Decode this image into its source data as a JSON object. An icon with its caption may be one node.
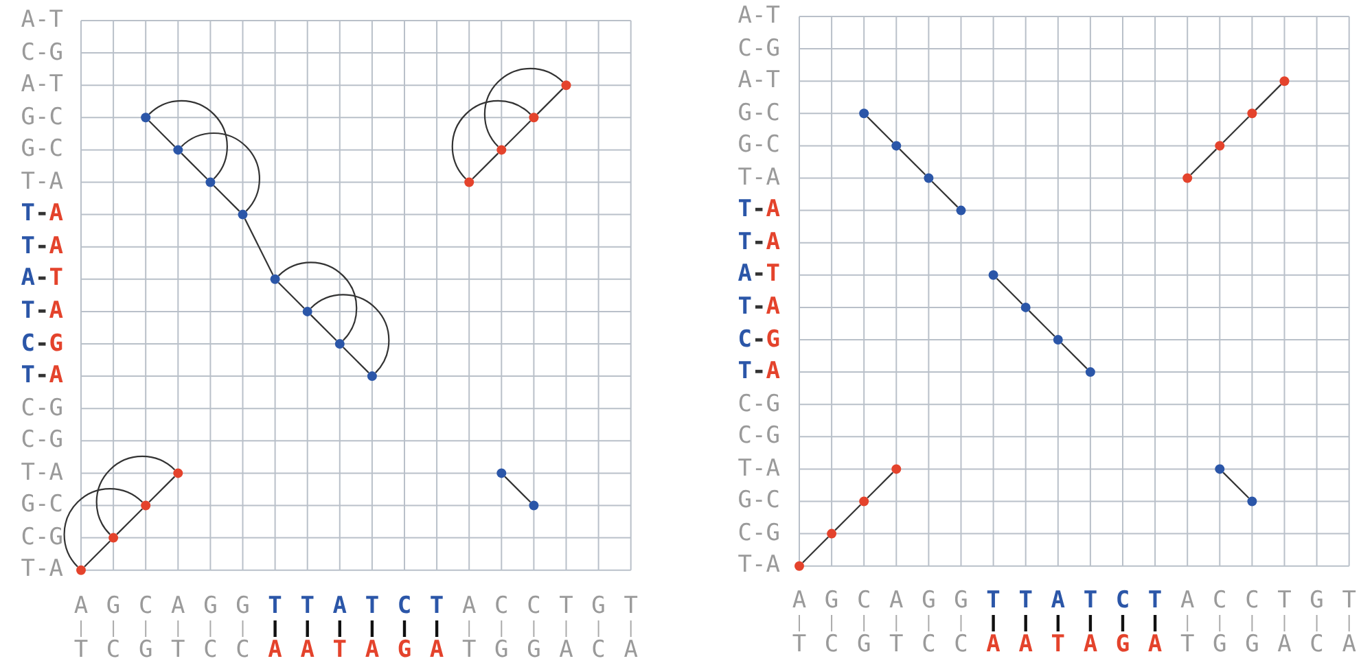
{
  "diagram": {
    "nodes": [
      {
        "text": [],
        "shape": "circle"
      },
      {
        "text": [],
        "shape": "circle"
      },
      {
        "text": [],
        "shape": "circle"
      },
      {
        "text": [],
        "shape": "circle"
      },
      {
        "text": [],
        "shape": "circle"
      },
      {
        "text": [],
        "shape": "circle"
      },
      {
        "text": [],
        "shape": "circle"
      },
      {
        "text": [],
        "shape": "circle"
      },
      {
        "text": [],
        "shape": "circle"
      },
      {
        "text": [],
        "shape": "circle"
      },
      {
        "text": [],
        "shape": "circle"
      },
      {
        "text": [],
        "shape": "circle"
      },
      {
        "text": [],
        "shape": "circle"
      },
      {
        "text": [],
        "shape": "circle"
      },
      {
        "text": [],
        "shape": "circle"
      },
      {
        "text": [],
        "shape": "circle"
      },
      {
        "text": [],
        "shape": "circle"
      },
      {
        "text": [],
        "shape": "circle"
      },
      {
        "text": [],
        "shape": "circle"
      },
      {
        "text": [],
        "shape": "circle"
      },
      {
        "text": [],
        "shape": "circle"
      },
      {
        "text": [],
        "shape": "circle"
      },
      {
        "text": [],
        "shape": "circle"
      },
      {
        "text": [],
        "shape": "circle"
      },
      {
        "text": [],
        "shape": "circle"
      },
      {
        "text": [],
        "shape": "circle"
      },
      {
        "text": [],
        "shape": "circle"
      },
      {
        "text": [],
        "shape": "circle"
      },
      {
        "text": [],
        "shape": "circle"
      },
      {
        "text": [],
        "shape": "circle"
      },
      {
        "text": [],
        "shape": "circle"
      },
      {
        "text": [],
        "shape": "circle"
      },
      {
        "text": [],
        "shape": "circle"
      },
      {
        "text": [],
        "shape": "circle"
      },
      {
        "text": [],
        "shape": "circle"
      },
      {
        "text": [],
        "shape": "circle"
      }
    ],
    "edges": [
      {
        "from": 0,
        "to": 1,
        "arrow": "none"
      },
      {
        "from": 1,
        "to": 2,
        "arrow": "none"
      },
      {
        "from": 2,
        "to": 3,
        "arrow": "none"
      },
      {
        "from": 3,
        "to": 4,
        "arrow": "none"
      },
      {
        "from": 4,
        "to": 5,
        "arrow": "none"
      },
      {
        "from": 5,
        "to": 6,
        "arrow": "none"
      },
      {
        "from": 6,
        "to": 7,
        "arrow": "none"
      },
      {
        "from": 8,
        "to": 9,
        "arrow": "none"
      },
      {
        "from": 9,
        "to": 10,
        "arrow": "none"
      },
      {
        "from": 10,
        "to": 11,
        "arrow": "none"
      },
      {
        "from": 12,
        "to": 13,
        "arrow": "none"
      },
      {
        "from": 13,
        "to": 14,
        "arrow": "none"
      },
      {
        "from": 14,
        "to": 15,
        "arrow": "none"
      },
      {
        "from": 16,
        "to": 17,
        "arrow": "none"
      },
      {
        "from": 0,
        "to": 2,
        "arrow": "none"
      },
      {
        "from": 1,
        "to": 3,
        "arrow": "none"
      },
      {
        "from": 4,
        "to": 6,
        "arrow": "none"
      },
      {
        "from": 5,
        "to": 7,
        "arrow": "none"
      },
      {
        "from": 8,
        "to": 10,
        "arrow": "none"
      },
      {
        "from": 9,
        "to": 11,
        "arrow": "none"
      },
      {
        "from": 12,
        "to": 14,
        "arrow": "none"
      },
      {
        "from": 13,
        "to": 15,
        "arrow": "none"
      },
      {
        "from": 18,
        "to": 19,
        "arrow": "none"
      },
      {
        "from": 19,
        "to": 20,
        "arrow": "none"
      },
      {
        "from": 20,
        "to": 21,
        "arrow": "none"
      },
      {
        "from": 22,
        "to": 23,
        "arrow": "none"
      },
      {
        "from": 23,
        "to": 24,
        "arrow": "none"
      },
      {
        "from": 24,
        "to": 25,
        "arrow": "none"
      },
      {
        "from": 26,
        "to": 27,
        "arrow": "none"
      },
      {
        "from": 27,
        "to": 28,
        "arrow": "none"
      },
      {
        "from": 28,
        "to": 29,
        "arrow": "none"
      },
      {
        "from": 30,
        "to": 31,
        "arrow": "none"
      },
      {
        "from": 31,
        "to": 32,
        "arrow": "none"
      },
      {
        "from": 32,
        "to": 33,
        "arrow": "none"
      },
      {
        "from": 34,
        "to": 35,
        "arrow": "none"
      }
    ],
    "labels": [
      "A-T",
      "C-G",
      "A-T",
      "G-C",
      "G-C",
      "T-A",
      "T-A",
      "T-A",
      "A-T",
      "T-A",
      "C-G",
      "T-A",
      "C-G",
      "C-G",
      "T-A",
      "G-C",
      "C-G",
      "T-A",
      "A",
      "G",
      "C",
      "A",
      "G",
      "G",
      "T",
      "T",
      "A",
      "T",
      "C",
      "T",
      "A",
      "C",
      "C",
      "T",
      "G",
      "T",
      "T",
      "C",
      "G",
      "T",
      "C",
      "C",
      "A",
      "A",
      "T",
      "A",
      "G",
      "A",
      "T",
      "G",
      "G",
      "A",
      "C",
      "A",
      "A-T",
      "C-G",
      "A-T",
      "G-C",
      "G-C",
      "T-A",
      "T-A",
      "T-A",
      "A-T",
      "T-A",
      "C-G",
      "T-A",
      "C-G",
      "C-G",
      "T-A",
      "G-C",
      "C-G",
      "T-A",
      "A",
      "G",
      "C",
      "A",
      "G",
      "G",
      "T",
      "T",
      "A",
      "T",
      "C",
      "T",
      "A",
      "C",
      "C",
      "T",
      "G",
      "T",
      "T",
      "C",
      "G",
      "T",
      "C",
      "C",
      "A",
      "A",
      "T",
      "A",
      "G",
      "A",
      "T",
      "G",
      "G",
      "A",
      "C",
      "A"
    ]
  }
}
